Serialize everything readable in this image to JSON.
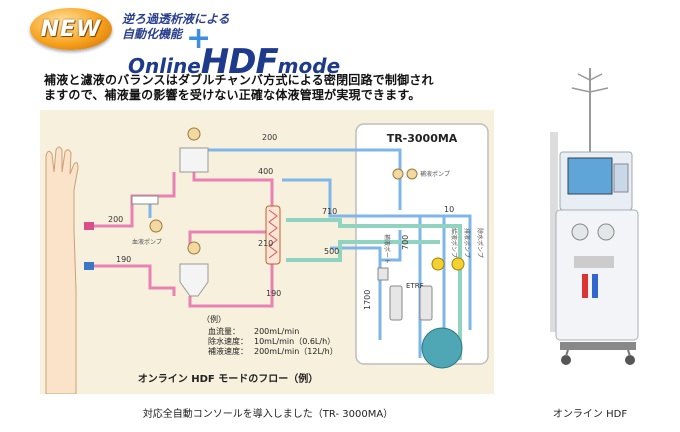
{
  "header": {
    "badge": "NEW",
    "subtitle_line1": "逆ろ過透析液による",
    "subtitle_line2": "自動化機能",
    "plus": "+",
    "title_part1": "Online",
    "title_part2": "HDF",
    "title_part3": "mode"
  },
  "lead": {
    "line1": "補液と濾液のバランスはダブルチャンバ方式による密閉回路で制御され",
    "line2": "ますので、補液量の影響を受けない正確な体液管理が実現できます。"
  },
  "diagram": {
    "machine_name": "TR-3000MA",
    "labels": {
      "n200_top": "200",
      "n400": "400",
      "n710": "710",
      "n10": "10",
      "n200_left": "200",
      "n210": "210",
      "n500": "500",
      "n190_left": "190",
      "n190_bottom": "190",
      "n700": "700",
      "n1700": "1700",
      "hoeki_pump_top": "補液ポンプ",
      "hoeki_pump_left": "血液ポンプ",
      "etrf": "ETRF",
      "vertical1": "補液ポート",
      "vertical2": "給液ポンプ",
      "vertical3": "排液ポンプ",
      "vertical4": "除水ポンプ"
    },
    "example": {
      "heading": "（例）",
      "row1_label": "血流量：",
      "row1_value": "200mL/min",
      "row2_label": "除水速度：",
      "row2_value": "10mL/min（0.6L/h）",
      "row3_label": "補液速度：",
      "row3_value": "200mL/min（12L/h）"
    },
    "flow_title": "オンライン HDF モードのフロー（例）"
  },
  "captions": {
    "left": "対応全自動コンソールを導入しました（TR- 3000MA）",
    "right": "オンライン HDF"
  },
  "colors": {
    "blood": "#e882b4",
    "dialysate": "#7fb6e8",
    "filtrate": "#8fd3c0",
    "panel_bg": "#f7f0dc",
    "title_blue": "#1e3a8c"
  }
}
